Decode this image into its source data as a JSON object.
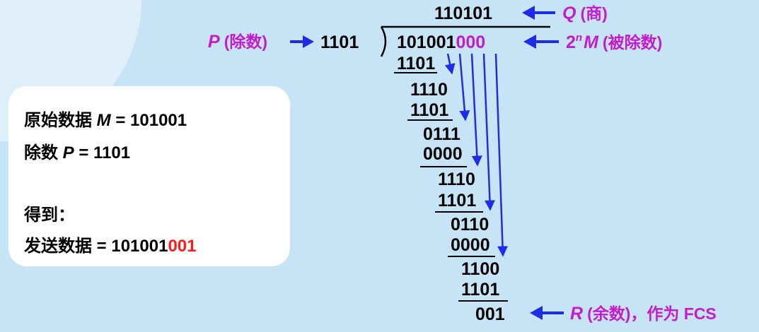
{
  "quotient": "110101",
  "quotient_label": {
    "sym": "Q",
    "text": "(商)"
  },
  "divisor_label": {
    "sym": "P",
    "text": "(除数)"
  },
  "divisor": "1101",
  "dividend_main": "101001",
  "dividend_pad": "000",
  "dividend_label": {
    "prefix": "2",
    "sup": "n",
    "sym": "M",
    "text": "(被除数)"
  },
  "steps": [
    "1101",
    "1110",
    "1101",
    "0111",
    "0000",
    "1110",
    "1101",
    "0110",
    "0000",
    "1100",
    "1101"
  ],
  "remainder": "001",
  "remainder_label": {
    "sym": "R",
    "text": "(余数)，作为 FCS"
  },
  "info": {
    "line1_text": "原始数据 ",
    "line1_sym": "M",
    "line1_val": " = 101001",
    "line2_text": "除数 ",
    "line2_sym": "P",
    "line2_val": " = 1101",
    "line3": "得到：",
    "line4_text": "发送数据 = 101001",
    "line4_red": "001"
  },
  "colors": {
    "label": "#c21ccc",
    "arrow": "#1e2ce8",
    "pad": "#c21ccc",
    "red": "#ff1a1a"
  }
}
